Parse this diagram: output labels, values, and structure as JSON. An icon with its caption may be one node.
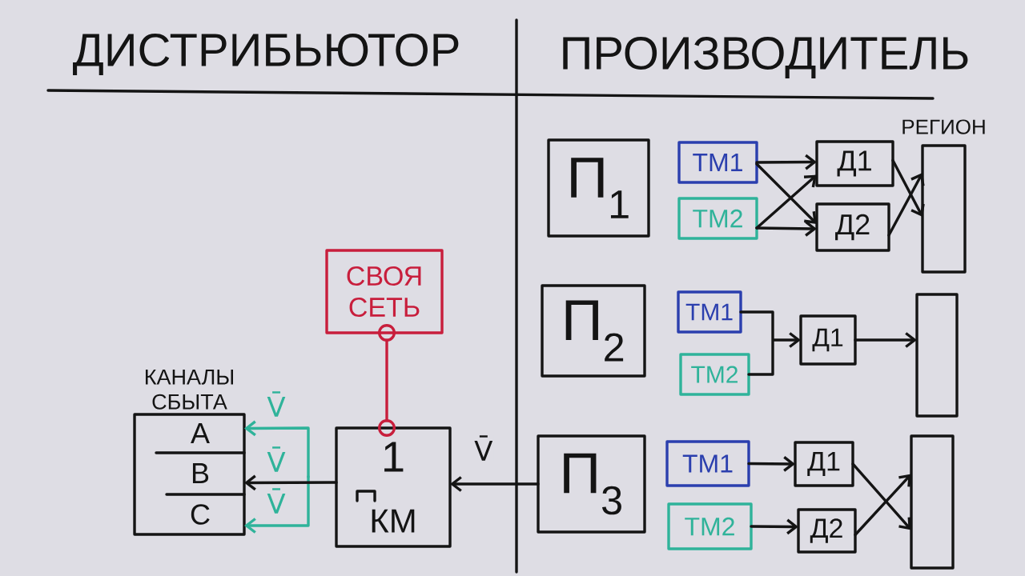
{
  "diagram": {
    "nodes": [
      {
        "text": [
          "СВОЯ СЕТЬ"
        ]
      },
      {
        "text": [
          "КАНАЛЫ СБЫТА"
        ]
      },
      {
        "text": [
          "A"
        ],
        "in": 1
      },
      {
        "text": [
          "B"
        ],
        "in": 1
      },
      {
        "text": [
          "C"
        ],
        "in": 1
      },
      {
        "text": [
          "1",
          "КМ"
        ]
      },
      {
        "text": [
          "П$_{1}$"
        ]
      },
      {
        "text": [
          "ТМ1"
        ]
      },
      {
        "text": [
          "ТМ2"
        ]
      },
      {
        "text": [
          "Д1"
        ]
      },
      {
        "text": [
          "Д2"
        ]
      },
      {
        "text": [
          "РЕГИОН"
        ]
      },
      {
        "text": [
          "П$_{2}$"
        ]
      },
      {
        "text": [
          "ТМ1"
        ]
      },
      {
        "text": [
          "ТМ2"
        ]
      },
      {
        "text": [
          "Д1"
        ]
      },
      {
        "text": [],
        "shape": "bar"
      },
      {
        "text": [
          "П$_{3}$"
        ]
      },
      {
        "text": [
          "ТМ1"
        ]
      },
      {
        "text": [
          "ТМ2"
        ]
      },
      {
        "text": [
          "Д1"
        ]
      },
      {
        "text": [
          "Д2"
        ]
      },
      {
        "text": [],
        "shape": "bar"
      }
    ],
    "edges": [
      {
        "from": 0,
        "to": 5,
        "arrow": "other",
        "color": "#c81e3c"
      },
      {
        "from": null,
        "to": 2,
        "arrow": "to",
        "color": "#2fb39a"
      },
      {
        "from": null,
        "to": 4,
        "arrow": "to",
        "color": "#2fb39a"
      },
      {
        "from": 5,
        "to": 3,
        "arrow": "to"
      },
      {
        "from": 17,
        "to": 5,
        "arrow": "to",
        "label": "V̄"
      },
      {
        "from": 7,
        "to": 9,
        "arrow": "to"
      },
      {
        "from": 7,
        "to": 10,
        "arrow": "to"
      },
      {
        "from": 8,
        "to": 9,
        "arrow": "to"
      },
      {
        "from": 8,
        "to": 10,
        "arrow": "to"
      },
      {
        "from": 9,
        "to": 11,
        "arrow": "to"
      },
      {
        "from": 10,
        "to": 11,
        "arrow": "to"
      },
      {
        "from": 13,
        "to": 15,
        "arrow": "to"
      },
      {
        "from": 14,
        "to": 15,
        "arrow": "to"
      },
      {
        "from": 15,
        "to": 16,
        "arrow": "to"
      },
      {
        "from": 18,
        "to": 20,
        "arrow": "to"
      },
      {
        "from": 19,
        "to": 21,
        "arrow": "to"
      },
      {
        "from": 20,
        "to": 22,
        "arrow": "to"
      },
      {
        "from": 21,
        "to": 22,
        "arrow": "to"
      }
    ],
    "labels": [
      "ДИСТРИБЬЮТОР",
      "ПРОИЗВОДИТЕЛЬ",
      "V̄",
      "V̄",
      "V̄"
    ]
  }
}
